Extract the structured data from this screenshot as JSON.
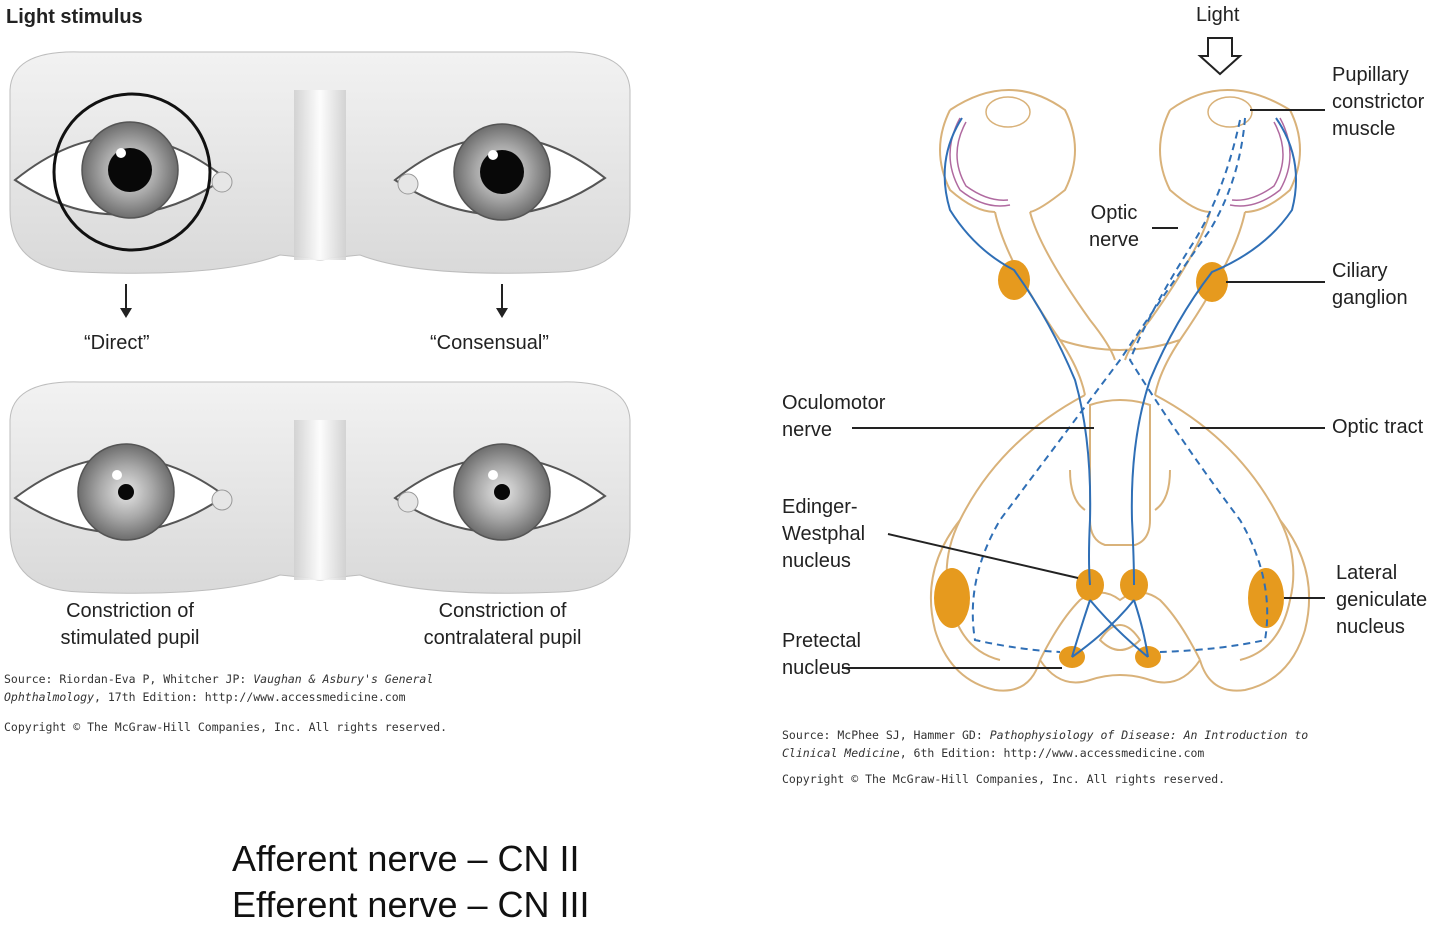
{
  "left_figure": {
    "title": "Light stimulus",
    "arrow_label_left": "“Direct”",
    "arrow_label_right": "“Consensual”",
    "caption_left_1": "Constriction of",
    "caption_left_2": "stimulated pupil",
    "caption_right_1": "Constriction of",
    "caption_right_2": "contralateral pupil",
    "source_prefix": "Source: Riordan-Eva P, Whitcher JP: ",
    "source_title": "Vaughan & Asbury's General",
    "source_line2_title": "Ophthalmology",
    "source_line2_rest": ", 17th Edition: http://www.accessmedicine.com",
    "copyright": "Copyright © The McGraw-Hill Companies, Inc. All rights reserved."
  },
  "right_figure": {
    "light_label": "Light",
    "labels": {
      "pupillary_1": "Pupillary",
      "pupillary_2": "constrictor",
      "pupillary_3": "muscle",
      "optic_nerve_1": "Optic",
      "optic_nerve_2": "nerve",
      "ciliary_1": "Ciliary",
      "ciliary_2": "ganglion",
      "oculomotor_1": "Oculomotor",
      "oculomotor_2": "nerve",
      "optic_tract": "Optic tract",
      "edinger_1": "Edinger-",
      "edinger_2": "Westphal",
      "edinger_3": "nucleus",
      "lateral_1": "Lateral",
      "lateral_2": "geniculate",
      "lateral_3": "nucleus",
      "pretectal_1": "Pretectal",
      "pretectal_2": "nucleus"
    },
    "source_prefix": "Source: McPhee SJ, Hammer GD: ",
    "source_title": "Pathophysiology of Disease: An Introduction to",
    "source_line2_title": "Clinical Medicine",
    "source_line2_rest": ", 6th Edition: http://www.accessmedicine.com",
    "copyright": "Copyright © The McGraw-Hill Companies, Inc. All rights reserved."
  },
  "footer": {
    "line1": "Afferent nerve – CN II",
    "line2": "Efferent nerve – CN III"
  },
  "colors": {
    "outline": "#d9b27a",
    "nucleus": "#e69a1e",
    "pathway": "#2f6fb6",
    "muscle": "#b06aa0"
  }
}
